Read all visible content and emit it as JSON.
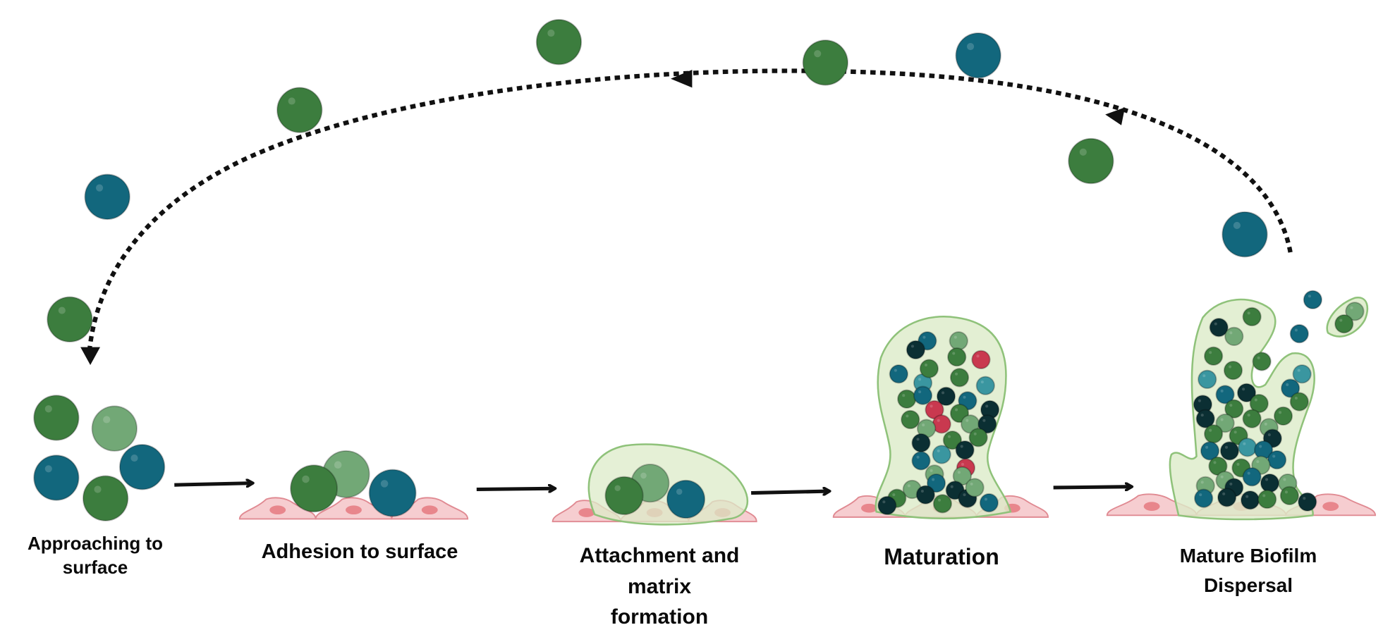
{
  "diagram": {
    "title": "Biofilm formation lifecycle",
    "stages": [
      {
        "id": "approaching",
        "label_lines": [
          "Approaching to",
          "surface"
        ]
      },
      {
        "id": "adhesion",
        "label_lines": [
          "Adhesion to surface"
        ]
      },
      {
        "id": "attachment",
        "label_lines": [
          "Attachment and",
          "matrix",
          "formation"
        ]
      },
      {
        "id": "maturation",
        "label_lines": [
          "Maturation"
        ]
      },
      {
        "id": "dispersal",
        "label_lines": [
          "Mature Biofilm",
          "Dispersal"
        ]
      }
    ],
    "flow": [
      "approaching",
      "adhesion",
      "attachment",
      "maturation",
      "dispersal"
    ],
    "cycle_arrow": {
      "from": "dispersal",
      "to": "approaching",
      "style": "dotted"
    },
    "colors": {
      "cell_green": "#3c7d3e",
      "cell_light_green": "#72a876",
      "cell_teal": "#12677d",
      "cell_light_teal": "#3a96a0",
      "cell_dark": "#0b2f33",
      "cell_red": "#c9394f",
      "matrix_fill": "#dcebc8",
      "matrix_stroke": "#8fc27a",
      "host_cell_fill": "#f6cdd0",
      "host_cell_stroke": "#e08a92",
      "host_nucleus": "#e8868c",
      "arrow": "#111111"
    }
  }
}
